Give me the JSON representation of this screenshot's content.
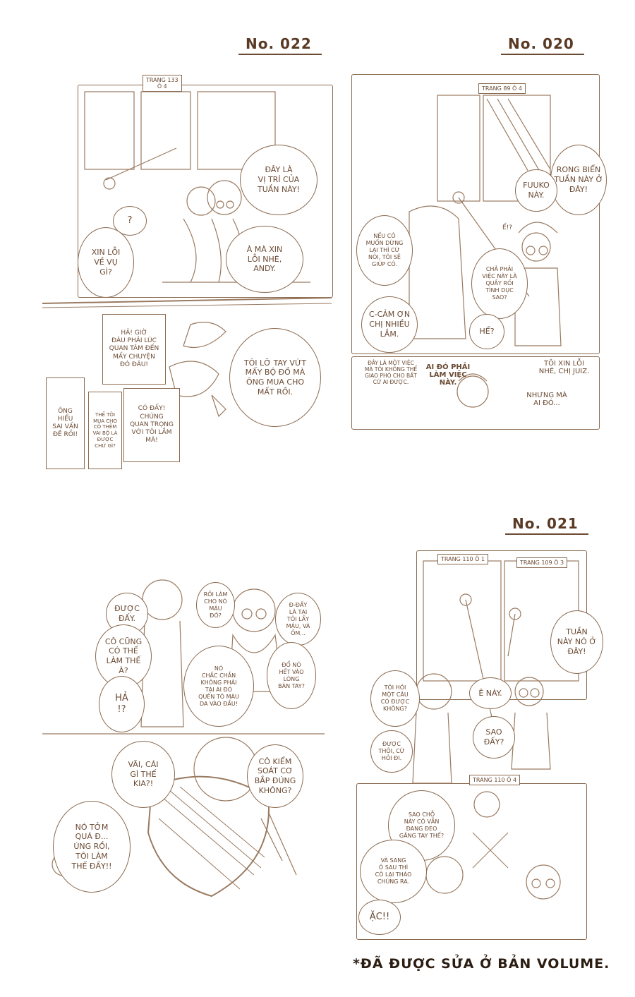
{
  "headers": {
    "no022": "No. 022",
    "no020": "No. 020",
    "no021": "No. 021"
  },
  "strip022": {
    "page_tag": "TRANG 133\nÔ 4",
    "bubble_here": "ĐÂY LÀ\nVỊ TRÍ CỦA\nTUẦN NÀY!",
    "bubble_question": "?",
    "bubble_sorry_what": "XIN LỖI\nVỀ VỤ\nGÌ?",
    "bubble_apology": "À MÀ XIN\nLỖI NHÉ,\nANDY.",
    "box_not_time": "HẢ! GIỜ\nĐÂU PHẢI LÚC\nQUAN TÂM ĐẾN\nMẤY CHUYỆN\nĐÓ ĐÂU!",
    "bubble_clothes": "TÔI LỠ TAY VỨT\nMẤY BỘ ĐỒ MÀ\nÔNG MUA CHO\nMẤT RỒI.",
    "box_misunderstood": "ÔNG HIỂU\nSAI VẤN\nĐỀ RỒI!",
    "box_bought": "THẾ TÔI\nMUA CHO\nCÔ THÊM\nVÀI BỘ LÀ\nĐƯỢC\nCHỨ GÌ?",
    "box_important": "CÓ ĐẤY! CHÚNG\nQUAN TRỌNG\nVỚI TÔI LẮM\nMÀ!"
  },
  "strip020": {
    "page_tag": "TRANG 89 Ô 4",
    "bubble_seaweed": "RONG BIỂN\nTUẦN NÀY Ở\nĐÂY!",
    "bubble_fuuko": "FUUKO\nNÀY.",
    "sfx_eh": "Ế!?",
    "bubble_if_want": "NẾU CÔ\nMUỐN DỪNG\nLẠI THÌ CỨ\nNÓI, TÔI SẼ\nGIÚP CÔ.",
    "bubble_not_job": "CHẢ PHẢI\nVIỆC NÀY LÀ\nQUẤY RỐI\nTÌNH DỤC\nSAO?",
    "bubble_thanks": "C-CẢM ƠN\nCHỊ NHIỀU\nLẮM.",
    "bubble_huh": "HỂ?",
    "box_job": "ĐÂY LÀ MỘT VIỆC\nMÀ TÔI KHÔNG THỂ\nGIAO PHÓ CHO BẤT\nCỨ AI ĐƯỢC.",
    "box_someone": "AI ĐÓ PHẢI\nLÀM VIỆC\nNÀY.",
    "txt_sorry_juiz": "TÔI XIN LỖI\nNHÉ, CHỊ JUIZ.",
    "txt_but_someone": "NHƯNG MÀ\nAI ĐÓ..."
  },
  "strip_left_bottom": {
    "bubble_ok": "ĐƯỢC\nĐẤY.",
    "bubble_can_do": "CÔ CŨNG\nCÓ THỂ\nLÀM THẾ\nÀ?",
    "bubble_already_bleed": "RỒI LÀM\nCHO NÓ\nMÁU\nĐỎ?",
    "bubble_did_it": "Đ-ĐẤY\nLÀ TẠI\nTÔI LẤY\nMÁU, VÀ\nỒM...",
    "bubble_ha": "HẢ\n!?",
    "bubble_surely": "NÓ\nCHẮC CHẮN\nKHÔNG PHẢI\nTẠI AI ĐÓ\nQUÊN TÔ MÀU\nDA VÀO ĐẦU!",
    "bubble_all_hands": "ĐỔ NÓ\nHẾT VÀO\nLÒNG\nBÀN TAY?",
    "bubble_what_is": "VÃI, CÁI\nGÌ THẾ\nKIA?!",
    "bubble_muscle": "CÔ KIỂM\nSOÁT CƠ\nBẮP ĐÚNG\nKHÔNG?",
    "bubble_gross": "NÓ TỞM\nQUÁ Đ...\nÚNG RỒI,\nTÔI LÀM\nTHẾ ĐẤY!!"
  },
  "strip021": {
    "page_tag_a": "TRANG 110 Ô 1",
    "page_tag_b": "TRANG 109 Ô 3",
    "bubble_here": "TUẦN\nNÀY NÓ Ở\nĐÂY!",
    "bubble_ask": "TÔI HỎI\nMỘT CÂU\nCÓ ĐƯỢC\nKHÔNG?",
    "bubble_hey": "Ê NÀY.",
    "bubble_sure": "ĐƯỢC\nTHÔI, CỨ\nHỎI ĐI.",
    "bubble_why": "SAO\nĐẤY?",
    "page_tag_c": "TRANG 110 Ô 4",
    "bubble_gloves": "SAO CHỖ\nNÀY CÔ VẪN\nĐANG ĐEO\nGĂNG TAY THẾ?",
    "bubble_later": "VÀ SANG\nÔ SAU THÌ\nCÔ LẠI THÁO\nCHÚNG RA.",
    "bubble_ack": "ẶC!!"
  },
  "footnote": "*ĐÃ ĐƯỢC SỬA Ở BẢN VOLUME."
}
